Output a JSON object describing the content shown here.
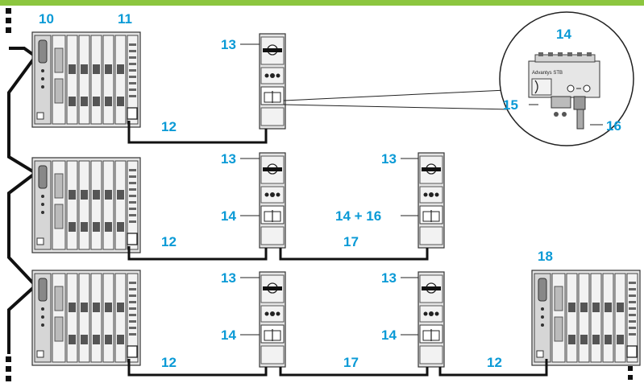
{
  "colors": {
    "top_bar": "#8cc63f",
    "label": "#0a9ad6",
    "cable": "#111111",
    "rack_fill": "#e4e4e4",
    "module_fill": "#f2f2f2",
    "outline": "#333333"
  },
  "labels": {
    "plc_1": "10",
    "rack_1": "11",
    "cable_r1": "12",
    "module_r1": "13",
    "zoom_module": "14",
    "zoom_connector": "15",
    "zoom_terminator": "16",
    "module_r2_a": "13",
    "module_r2_b": "13",
    "island_r2_a": "14",
    "island_r2_b": "14 + 16",
    "cable_r2_a": "12",
    "cable_r2_b": "17",
    "rack_r3_right": "18",
    "module_r3_a": "13",
    "module_r3_b": "13",
    "island_r3_a": "14",
    "island_r3_b": "14",
    "cable_r3_a": "12",
    "cable_r3_b": "17",
    "cable_r3_c": "12"
  },
  "zoom": {
    "device_text": "Advantys STB"
  }
}
